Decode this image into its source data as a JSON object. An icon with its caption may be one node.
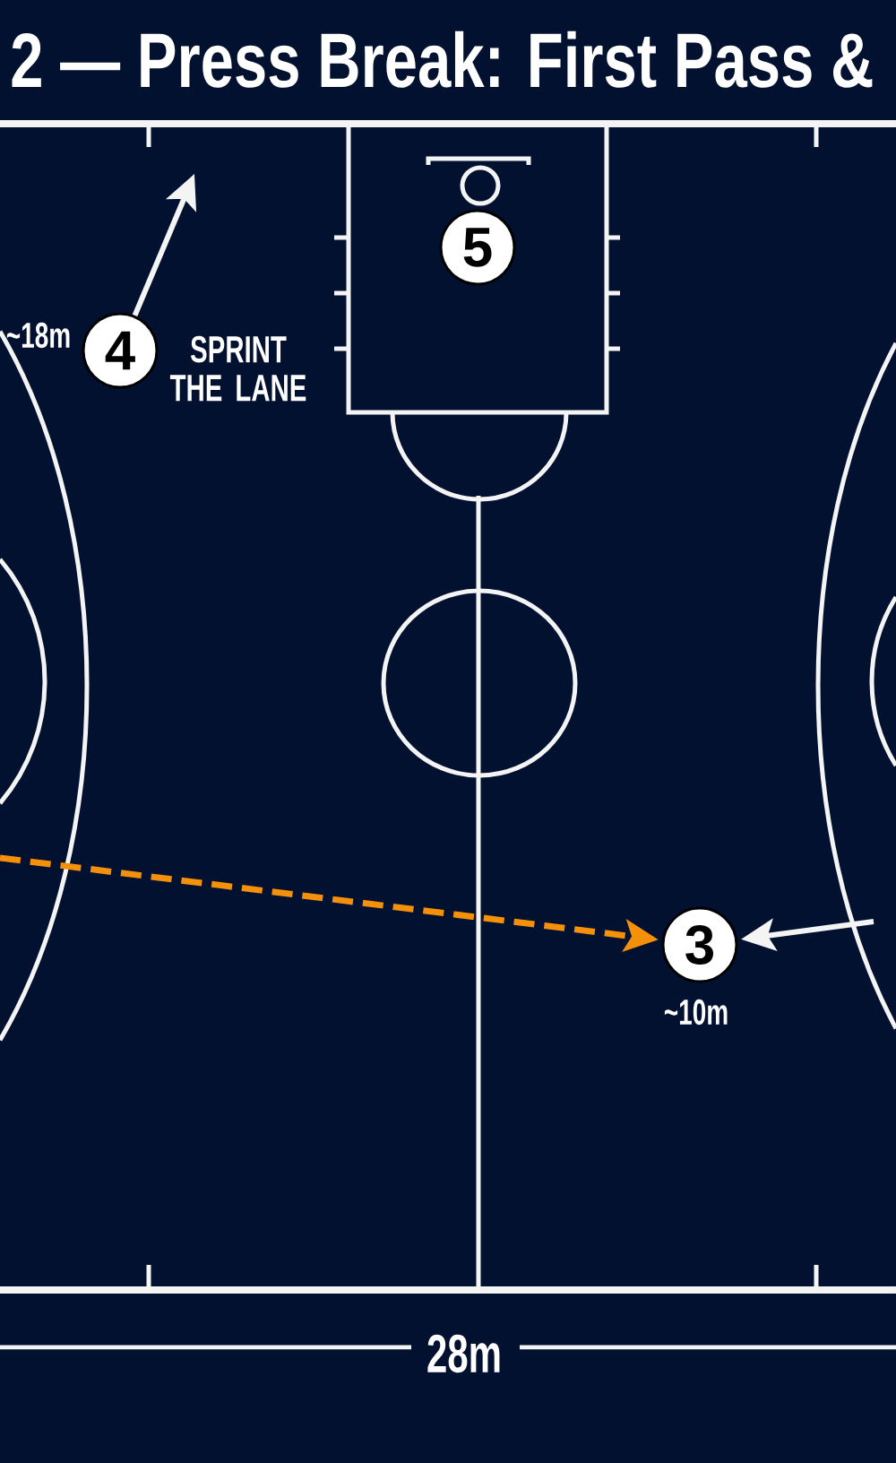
{
  "diagram": {
    "title": "2 — Press Break: First Pass &",
    "nodes": [
      {
        "text": [
          "5"
        ]
      },
      {
        "text": [
          "4"
        ],
        "beside": [
          "~18m",
          "SPRINT THE LANE"
        ]
      },
      {
        "text": [
          "3"
        ],
        "beside": [
          "~10m"
        ]
      }
    ],
    "edges": [
      {
        "from": 1,
        "to": null,
        "arrow": "to"
      },
      {
        "from": null,
        "to": 2,
        "arrow": "to",
        "style": "dashed",
        "color": "#f5900a"
      },
      {
        "from": null,
        "to": 2,
        "arrow": "to"
      }
    ],
    "labels": [
      "28m"
    ]
  }
}
